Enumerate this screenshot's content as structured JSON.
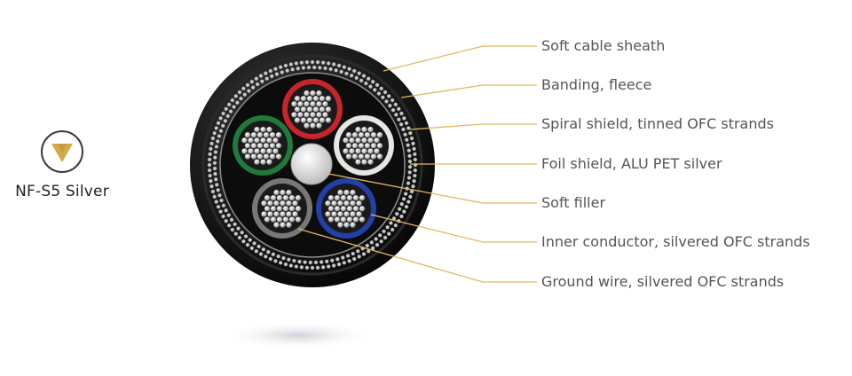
{
  "brand": {
    "name": "NF-S5 Silver",
    "logo_icon": "gold-v-monogram-icon",
    "accent_color": "#d4a94c"
  },
  "leader_color": "#e3b75f",
  "labels": [
    {
      "id": "sheath",
      "text": "Soft cable sheath"
    },
    {
      "id": "banding",
      "text": "Banding, fleece"
    },
    {
      "id": "spiral",
      "text": "Spiral shield, tinned OFC strands"
    },
    {
      "id": "foil",
      "text": "Foil shield, ALU PET silver"
    },
    {
      "id": "filler",
      "text": "Soft filler"
    },
    {
      "id": "inner",
      "text": "Inner conductor, silvered OFC strands"
    },
    {
      "id": "ground",
      "text": "Ground wire, silvered OFC strands"
    }
  ],
  "conductor_colors": {
    "red": "#c8242a",
    "green": "#1f7a3c",
    "white": "#e6e6e2",
    "blue": "#2140a8",
    "grey": "#777777"
  }
}
